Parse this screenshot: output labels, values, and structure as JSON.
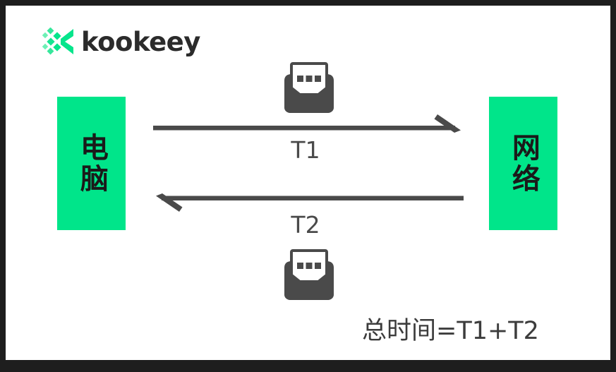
{
  "frame": {
    "border_color": "#1e1e1e",
    "canvas_color": "#ffffff"
  },
  "brand": {
    "logo_icon": "kookeey-logo-mark",
    "wordmark": "kookeey",
    "accent_color": "#00e58a",
    "wordmark_color": "#2b2b2b"
  },
  "diagram": {
    "type": "round-trip-latency-diagram",
    "nodes": [
      {
        "id": "computer",
        "label": "电脑",
        "fill": "#00e58a",
        "text_color": "#1a1a1a"
      },
      {
        "id": "network",
        "label": "网络",
        "fill": "#00e58a",
        "text_color": "#1a1a1a"
      }
    ],
    "arrows": [
      {
        "id": "request",
        "direction": "right",
        "label": "T1",
        "color": "#4a4a4a"
      },
      {
        "id": "response",
        "direction": "left",
        "label": "T2",
        "color": "#4a4a4a"
      }
    ],
    "icons": [
      {
        "id": "message-top",
        "name": "envelope-icon",
        "color": "#4a4a4a"
      },
      {
        "id": "message-bottom",
        "name": "envelope-icon",
        "color": "#4a4a4a"
      }
    ],
    "formula": "总时间=T1+T2"
  }
}
